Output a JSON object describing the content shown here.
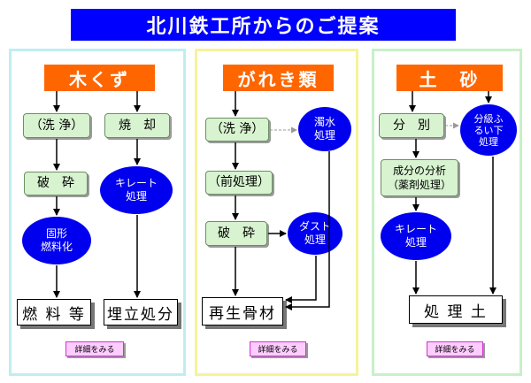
{
  "title": "北川鉄工所からのご提案",
  "colors": {
    "title_bg": "#0000ff",
    "header_bg": "#ff6600",
    "step_bg": "#d8f3d0",
    "oval_bg": "#0000ee",
    "panel1_border": "#bfeef2",
    "panel2_border": "#f7f39a",
    "panel3_border": "#c8f0c8",
    "detail_bg": "#ffccff"
  },
  "panels": [
    {
      "header": "木くず",
      "nodes": {
        "wash": "（洗 浄）",
        "crush": "破　砕",
        "solid_fuel": "固形\n燃料化",
        "incinerate": "焼　却",
        "chelate": "キレート\n処理",
        "fuel": "燃 料 等",
        "landfill": "埋立処分"
      },
      "detail": "詳細をみる"
    },
    {
      "header": "がれき類",
      "nodes": {
        "wash": "（洗 浄）",
        "pre_treatment": "（前処理）",
        "crush": "破　砕",
        "turbid_water": "濁水\n処理",
        "dust": "ダスト\n処理",
        "recycled_aggregate": "再生骨材"
      },
      "detail": "詳細をみる"
    },
    {
      "header": "土　砂",
      "nodes": {
        "separate": "分　別",
        "classify": "分級ふ\nるい下\n処理",
        "component_analysis": "成分の分析\n（薬剤処理）",
        "chelate": "キレート\n処理",
        "treated_soil": "処 理 土"
      },
      "detail": "詳細をみる"
    }
  ]
}
